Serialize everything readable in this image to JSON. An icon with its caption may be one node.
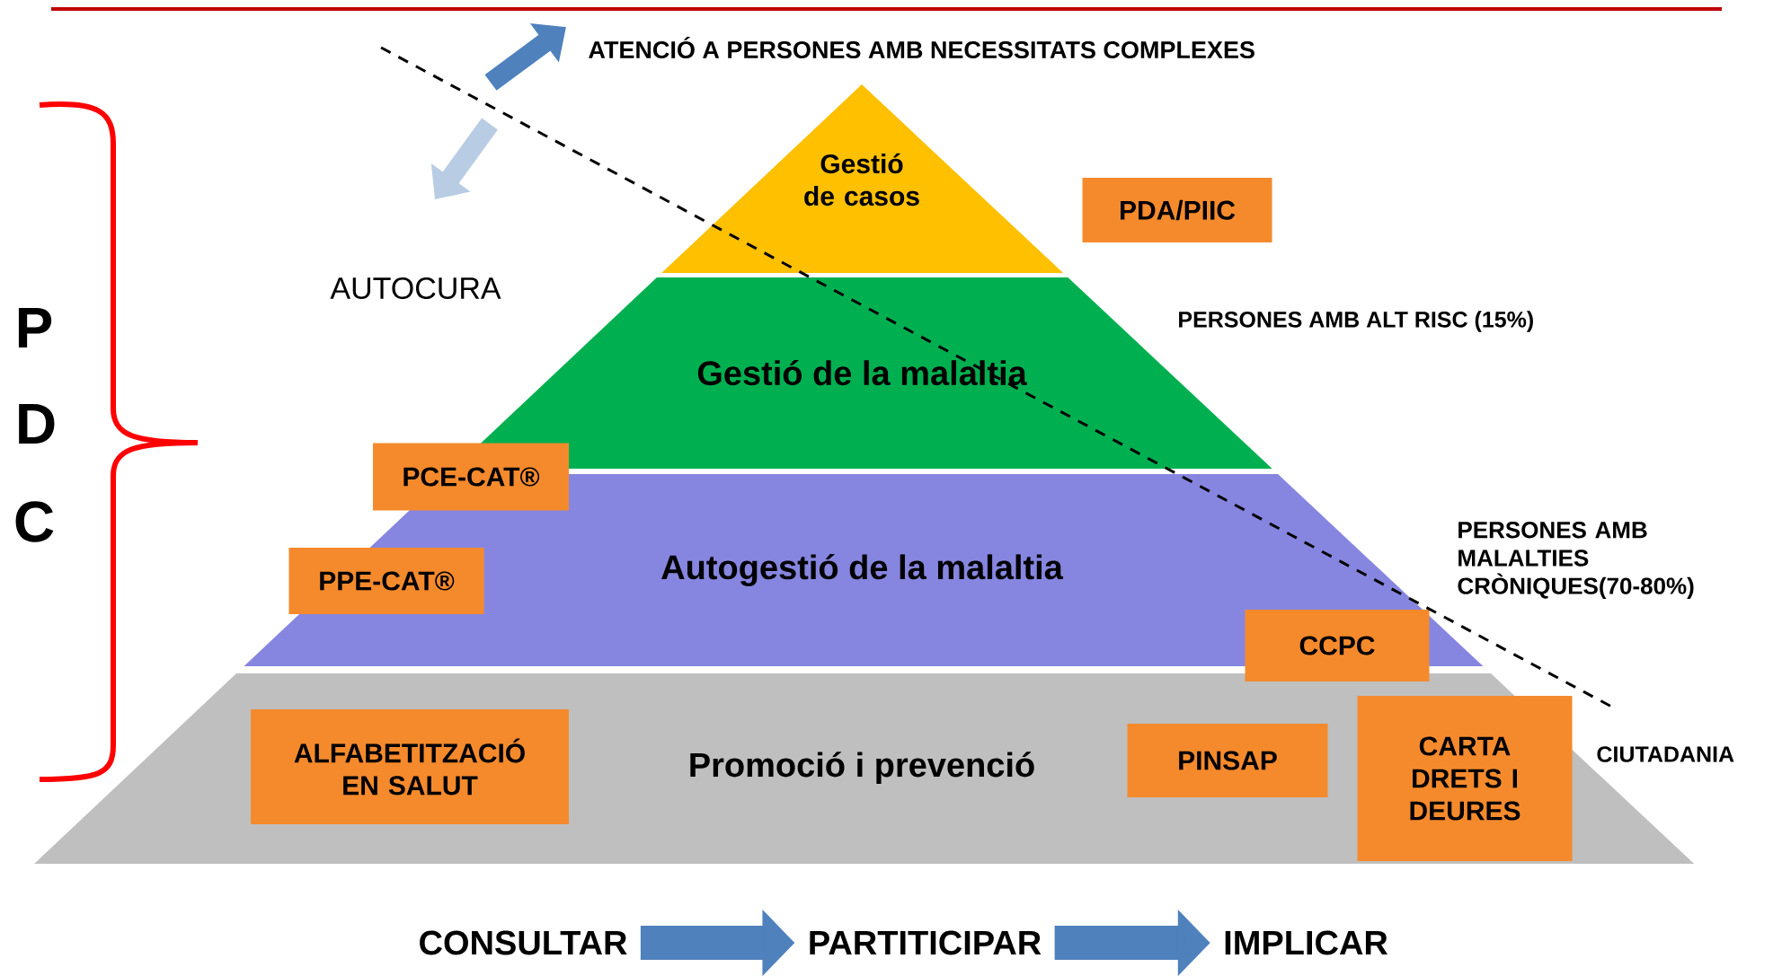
{
  "diagram": {
    "nodes": [
      {
        "text": [
          "Gestió de casos"
        ]
      },
      {
        "text": [
          "PDA/PIIC"
        ]
      },
      {
        "text": [
          "Gestió de la malaltia"
        ]
      },
      {
        "text": [
          "PCE-CAT®"
        ]
      },
      {
        "text": [
          "PPE-CAT®"
        ],
        "in": 5
      },
      {
        "text": [
          "Autogestió de la malaltia"
        ]
      },
      {
        "text": [
          "CCPC"
        ]
      },
      {
        "text": [
          "Promoció i prevenció"
        ]
      },
      {
        "text": [
          "ALFABETITZACIÓ EN SALUT"
        ],
        "in": 7
      },
      {
        "text": [
          "PINSAP"
        ],
        "in": 7
      },
      {
        "text": [
          "CARTA DRETS I DEURES"
        ],
        "in": 7
      },
      {
        "text": [
          "CONSULTAR"
        ]
      },
      {
        "text": [
          "PARTITICIPAR"
        ]
      },
      {
        "text": [
          "IMPLICAR"
        ]
      }
    ],
    "edges": [
      {
        "from": 11,
        "to": 12,
        "arrow": "to"
      },
      {
        "from": 12,
        "to": 13,
        "arrow": "to"
      }
    ],
    "labels": [
      "ATENCIÓ A PERSONES AMB NECESSITATS COMPLEXES",
      "AUTOCURA",
      "PERSONES AMB ALT RISC (15%)",
      "PERSONES AMB MALALTIES CRÒNIQUES(70-80%)",
      "CIUTADANIA",
      "P",
      "D",
      "C"
    ]
  }
}
